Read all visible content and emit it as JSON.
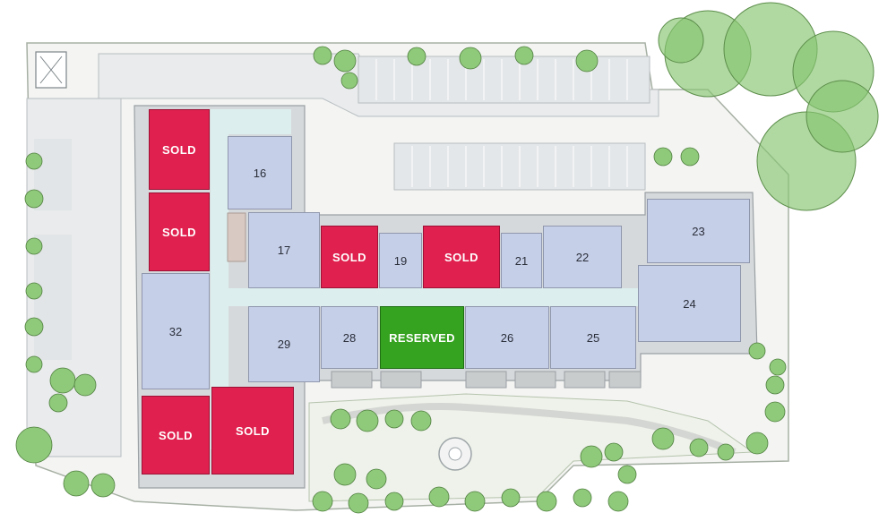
{
  "colors": {
    "sold": "#e0204e",
    "reserved": "#35a220",
    "available": "#c5cfe8",
    "corridor": "#dcefee",
    "landscape": "#86c470",
    "paving": "#eceeee"
  },
  "units": [
    {
      "id": "sold-a",
      "label": "SOLD",
      "status": "sold"
    },
    {
      "id": "sold-b",
      "label": "SOLD",
      "status": "sold"
    },
    {
      "id": "16",
      "label": "16",
      "status": "available"
    },
    {
      "id": "17",
      "label": "17",
      "status": "available"
    },
    {
      "id": "sold-c",
      "label": "SOLD",
      "status": "sold"
    },
    {
      "id": "19",
      "label": "19",
      "status": "available"
    },
    {
      "id": "sold-d",
      "label": "SOLD",
      "status": "sold"
    },
    {
      "id": "21",
      "label": "21",
      "status": "available"
    },
    {
      "id": "22",
      "label": "22",
      "status": "available"
    },
    {
      "id": "23",
      "label": "23",
      "status": "available"
    },
    {
      "id": "24",
      "label": "24",
      "status": "available"
    },
    {
      "id": "32",
      "label": "32",
      "status": "available"
    },
    {
      "id": "29",
      "label": "29",
      "status": "available"
    },
    {
      "id": "28",
      "label": "28",
      "status": "available"
    },
    {
      "id": "reserved",
      "label": "RESERVED",
      "status": "reserved"
    },
    {
      "id": "26",
      "label": "26",
      "status": "available"
    },
    {
      "id": "25",
      "label": "25",
      "status": "available"
    },
    {
      "id": "sold-e",
      "label": "SOLD",
      "status": "sold"
    },
    {
      "id": "sold-f",
      "label": "SOLD",
      "status": "sold"
    }
  ]
}
